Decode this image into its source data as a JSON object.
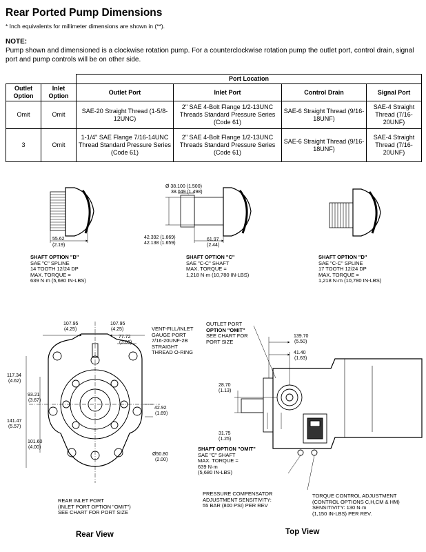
{
  "header": {
    "title": "Rear Ported Pump Dimensions",
    "subtitle": "* Inch equivalents for millimeter dimensions are shown in (**).",
    "note_label": "NOTE:",
    "note_text": "Pump shown and dimensioned is a clockwise rotation pump. For a counterclockwise rotation pump the outlet port, control drain, signal port and pump controls will be on other side."
  },
  "table": {
    "group_header": "Port Location",
    "columns": [
      "Outlet Option",
      "Inlet Option",
      "Outlet Port",
      "Inlet Port",
      "Control Drain",
      "Signal Port"
    ],
    "rows": [
      [
        "Omit",
        "Omit",
        "SAE-20 Straight Thread (1-5/8-12UNC)",
        "2\" SAE 4-Bolt Flange 1/2-13UNC Threads Standard Pressure Series (Code 61)",
        "SAE-6 Straight Thread (9/16-18UNF)",
        "SAE-4 Straight Thread (7/16-20UNF)"
      ],
      [
        "3",
        "Omit",
        "1-1/4\" SAE Flange 7/16-14UNC Thread Standard Pressure Series (Code 61)",
        "2\" SAE 4-Bolt Flange 1/2-13UNC Threads Standard Pressure Series (Code 61)",
        "SAE-6 Straight Thread (9/16-18UNF)",
        "SAE-4 Straight Thread (7/16-20UNF)"
      ]
    ]
  },
  "shafts": {
    "b": {
      "title": "SHAFT OPTION \"B\"",
      "l1": "SAE \"C\" SPLINE",
      "l2": "14 TOOTH 12/24 DP",
      "l3": "MAX. TORQUE =",
      "l4": "639 N·m (5,680 IN-LBS)",
      "dim_mm": "55.62",
      "dim_in": "(2.19)"
    },
    "c": {
      "title": "SHAFT OPTION \"C\"",
      "l1": "SAE \"C-C\" SHAFT",
      "l2": "MAX. TORQUE =",
      "l3": "1,218 N·m (10,780 IN-LBS)",
      "dia_a": "Ø 38.100 (1.500)",
      "dia_b": "38.049 (1.498)",
      "h_a": "42.392 (1.669)",
      "h_b": "42.138 (1.659)",
      "len_mm": "61.97",
      "len_in": "(2.44)"
    },
    "d": {
      "title": "SHAFT OPTION \"D\"",
      "l1": "SAE \"C-C\" SPLINE",
      "l2": "17 TOOTH 12/24 DP",
      "l3": "MAX. TORQUE =",
      "l4": "1,218 N·m (10,780 IN-LBS)"
    }
  },
  "rear_view": {
    "label": "Rear View",
    "d1": "107.95",
    "d1i": "(4.25)",
    "d2": "107.95",
    "d2i": "(4.25)",
    "d3": "77.72",
    "d3i": "(3.06)",
    "d4": "117.34",
    "d4i": "(4.62)",
    "d5": "93.21",
    "d5i": "(3.67)",
    "d6": "141.47",
    "d6i": "(5.57)",
    "d7": "101.60",
    "d7i": "(4.00)",
    "d8": "42.92",
    "d8i": "(1.69)",
    "d9": "Ø50.80",
    "d9i": "(2.00)",
    "vent1": "VENT-FILL/INLET",
    "vent2": "GAUGE PORT",
    "vent3": "7/16-20UNF-2B",
    "vent4": "STRAIGHT",
    "vent5": "THREAD O-RING",
    "inlet1": "REAR INLET PORT",
    "inlet2": "(INLET PORT OPTION \"OMIT\")",
    "inlet3": "SEE CHART FOR PORT SIZE"
  },
  "top_view": {
    "label": "Top View",
    "out1": "OUTLET PORT",
    "out2": "OPTION \"OMIT\"",
    "out3": "SEE CHART FOR",
    "out4": "PORT SIZE",
    "d1": "139.70",
    "d1i": "(5.50)",
    "d2": "41.40",
    "d2i": "(1.63)",
    "d3": "28.70",
    "d3i": "(1.13)",
    "d4": "31.75",
    "d4i": "(1.25)",
    "shaft1": "SHAFT OPTION \"OMIT\"",
    "shaft2": "SAE \"C\" SHAFT",
    "shaft3": "MAX. TORQUE =",
    "shaft4": "639 N·m",
    "shaft5": "(5,680 IN-LBS)",
    "pc1": "PRESSURE COMPENSATOR",
    "pc2": "ADJUSTMENT SENSITIVITY:",
    "pc3": "55 BAR (800 PSI) PER REV",
    "tc1": "TORQUE CONTROL ADJUSTMENT",
    "tc2": "(CONTROL OPTIONS C,H,CM & HM)",
    "tc3": "SENSITIVITY: 130 N·m",
    "tc4": "(1,150 IN-LBS) PER REV."
  }
}
